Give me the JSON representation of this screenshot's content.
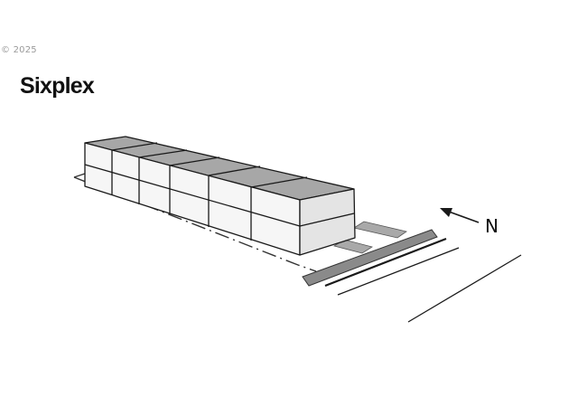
{
  "watermark": "© 2025",
  "title": "Sixplex",
  "north_label": "N",
  "colors": {
    "roof": "#a7a7a7",
    "front_face": "#f6f6f6",
    "side_face": "#e4e4e4",
    "outline": "#1a1a1a",
    "road_dark": "#8a8a8a"
  },
  "units": {
    "count": 6,
    "stories": 2
  }
}
